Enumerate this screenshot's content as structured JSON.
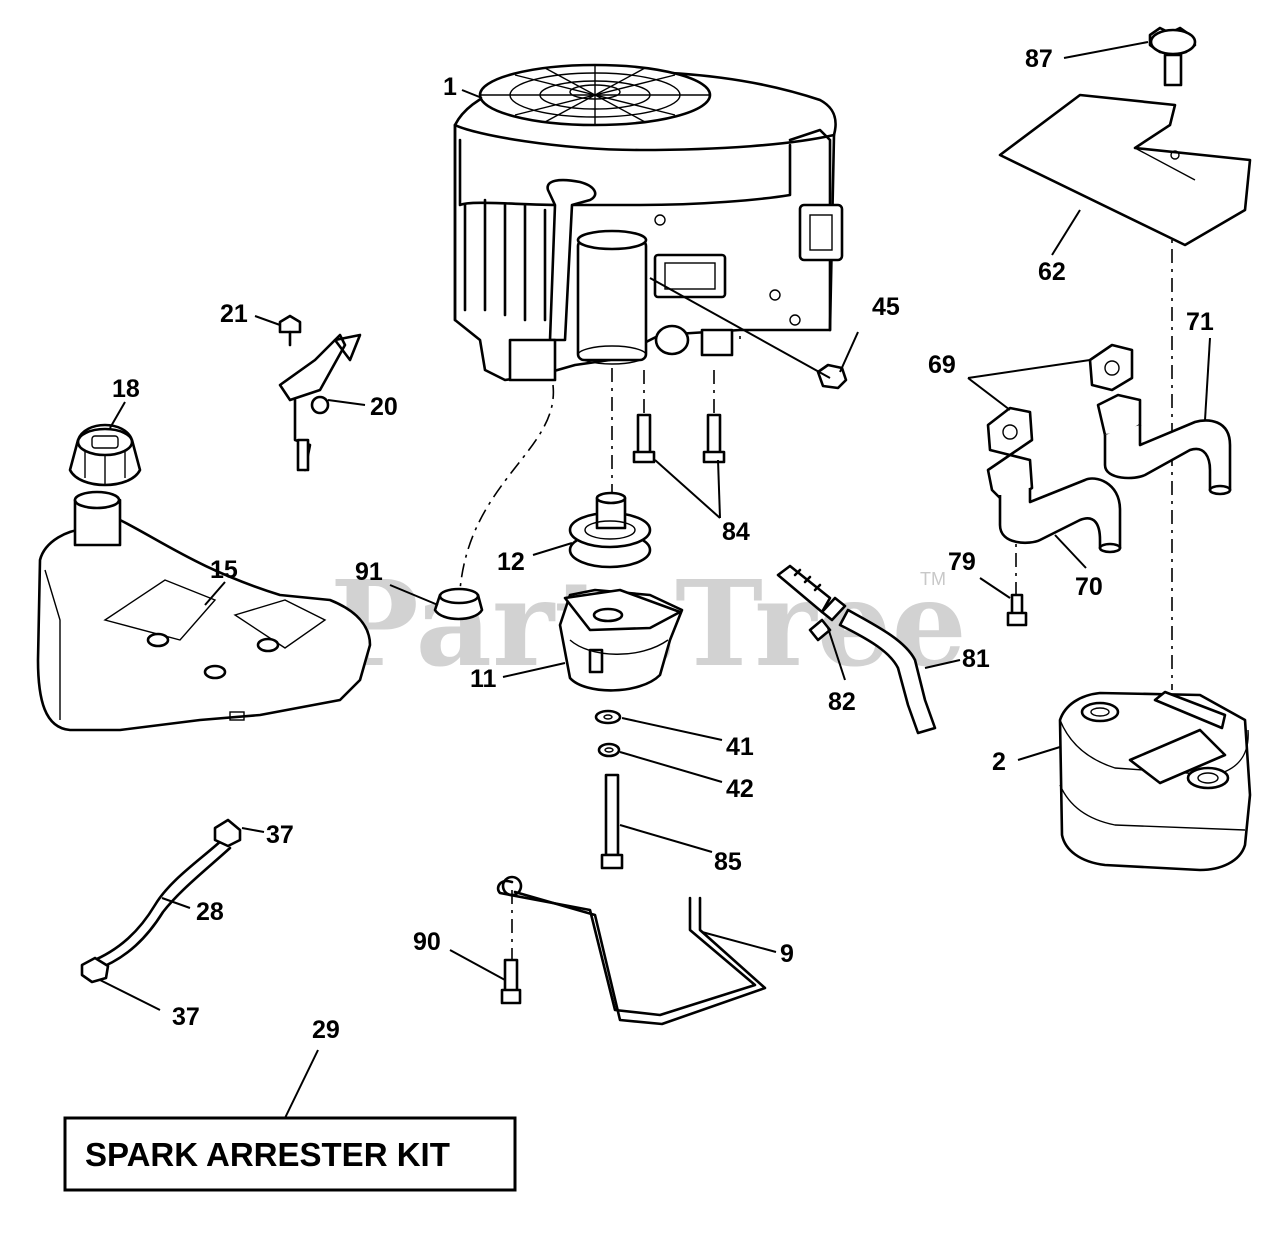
{
  "watermark": {
    "text": "PartsTree",
    "trademark": "TM"
  },
  "kit_label": "SPARK ARRESTER KIT",
  "callouts": {
    "engine": "1",
    "muffler": "2",
    "rod": "9",
    "clutch": "11",
    "pulley": "12",
    "fuel_tank": "15",
    "fuel_cap": "18",
    "throttle_bracket": "20",
    "bracket_screw": "21",
    "fuel_line": "28",
    "spark_arrester_kit": "29",
    "clamp_upper": "37",
    "clamp_lower": "37",
    "washer_flat": "41",
    "washer_lock": "42",
    "nut": "45",
    "heat_shield": "62",
    "gasket": "69",
    "exhaust_pipe_lower": "70",
    "exhaust_pipe_upper": "71",
    "bolt_79": "79",
    "hose": "81",
    "oil_drain_valve": "82",
    "engine_bolts": "84",
    "center_bolt": "85",
    "shield_screw": "87",
    "bolt_90": "90",
    "bushing": "91"
  }
}
